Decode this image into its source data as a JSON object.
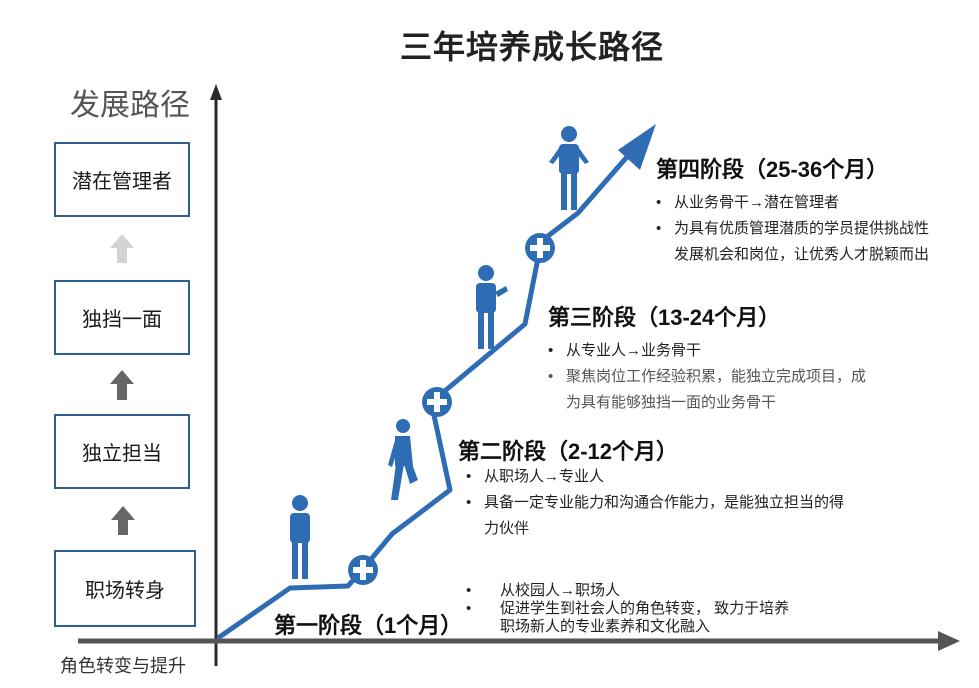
{
  "title": "三年培养成长路径",
  "y_axis_label": "发展路径",
  "x_axis_label": "角色转变与提升",
  "ladder": [
    "潜在管理者",
    "独挡一面",
    "独立担当",
    "职场转身"
  ],
  "stages": [
    {
      "title": "第一阶段（1个月）",
      "bullets": [
        "从校园人→职场人",
        "促进学生到社会人的角色转变， 致力于培养",
        "职场新人的专业素养和文化融入"
      ]
    },
    {
      "title": "第二阶段（2-12个月）",
      "bullets": [
        "从职场人→专业人",
        "具备一定专业能力和沟通合作能力，是能独立担当的得",
        "力伙伴"
      ]
    },
    {
      "title": "第三阶段（13-24个月）",
      "bullets": [
        "从专业人→业务骨干",
        "聚焦岗位工作经验积累，能独立完成项目，成",
        "为具有能够独挡一面的业务骨干"
      ]
    },
    {
      "title": "第四阶段（25-36个月）",
      "bullets": [
        "从业务骨干→潜在管理者",
        "为具有优质管理潜质的学员提供挑战性",
        "发展机会和岗位，让优秀人才脱颖而出"
      ]
    }
  ],
  "colors": {
    "accent": "#2e6db4",
    "box_border": "#2f5d8f",
    "arrow_gray": "#666666",
    "arrow_light": "#d0d0d0"
  }
}
